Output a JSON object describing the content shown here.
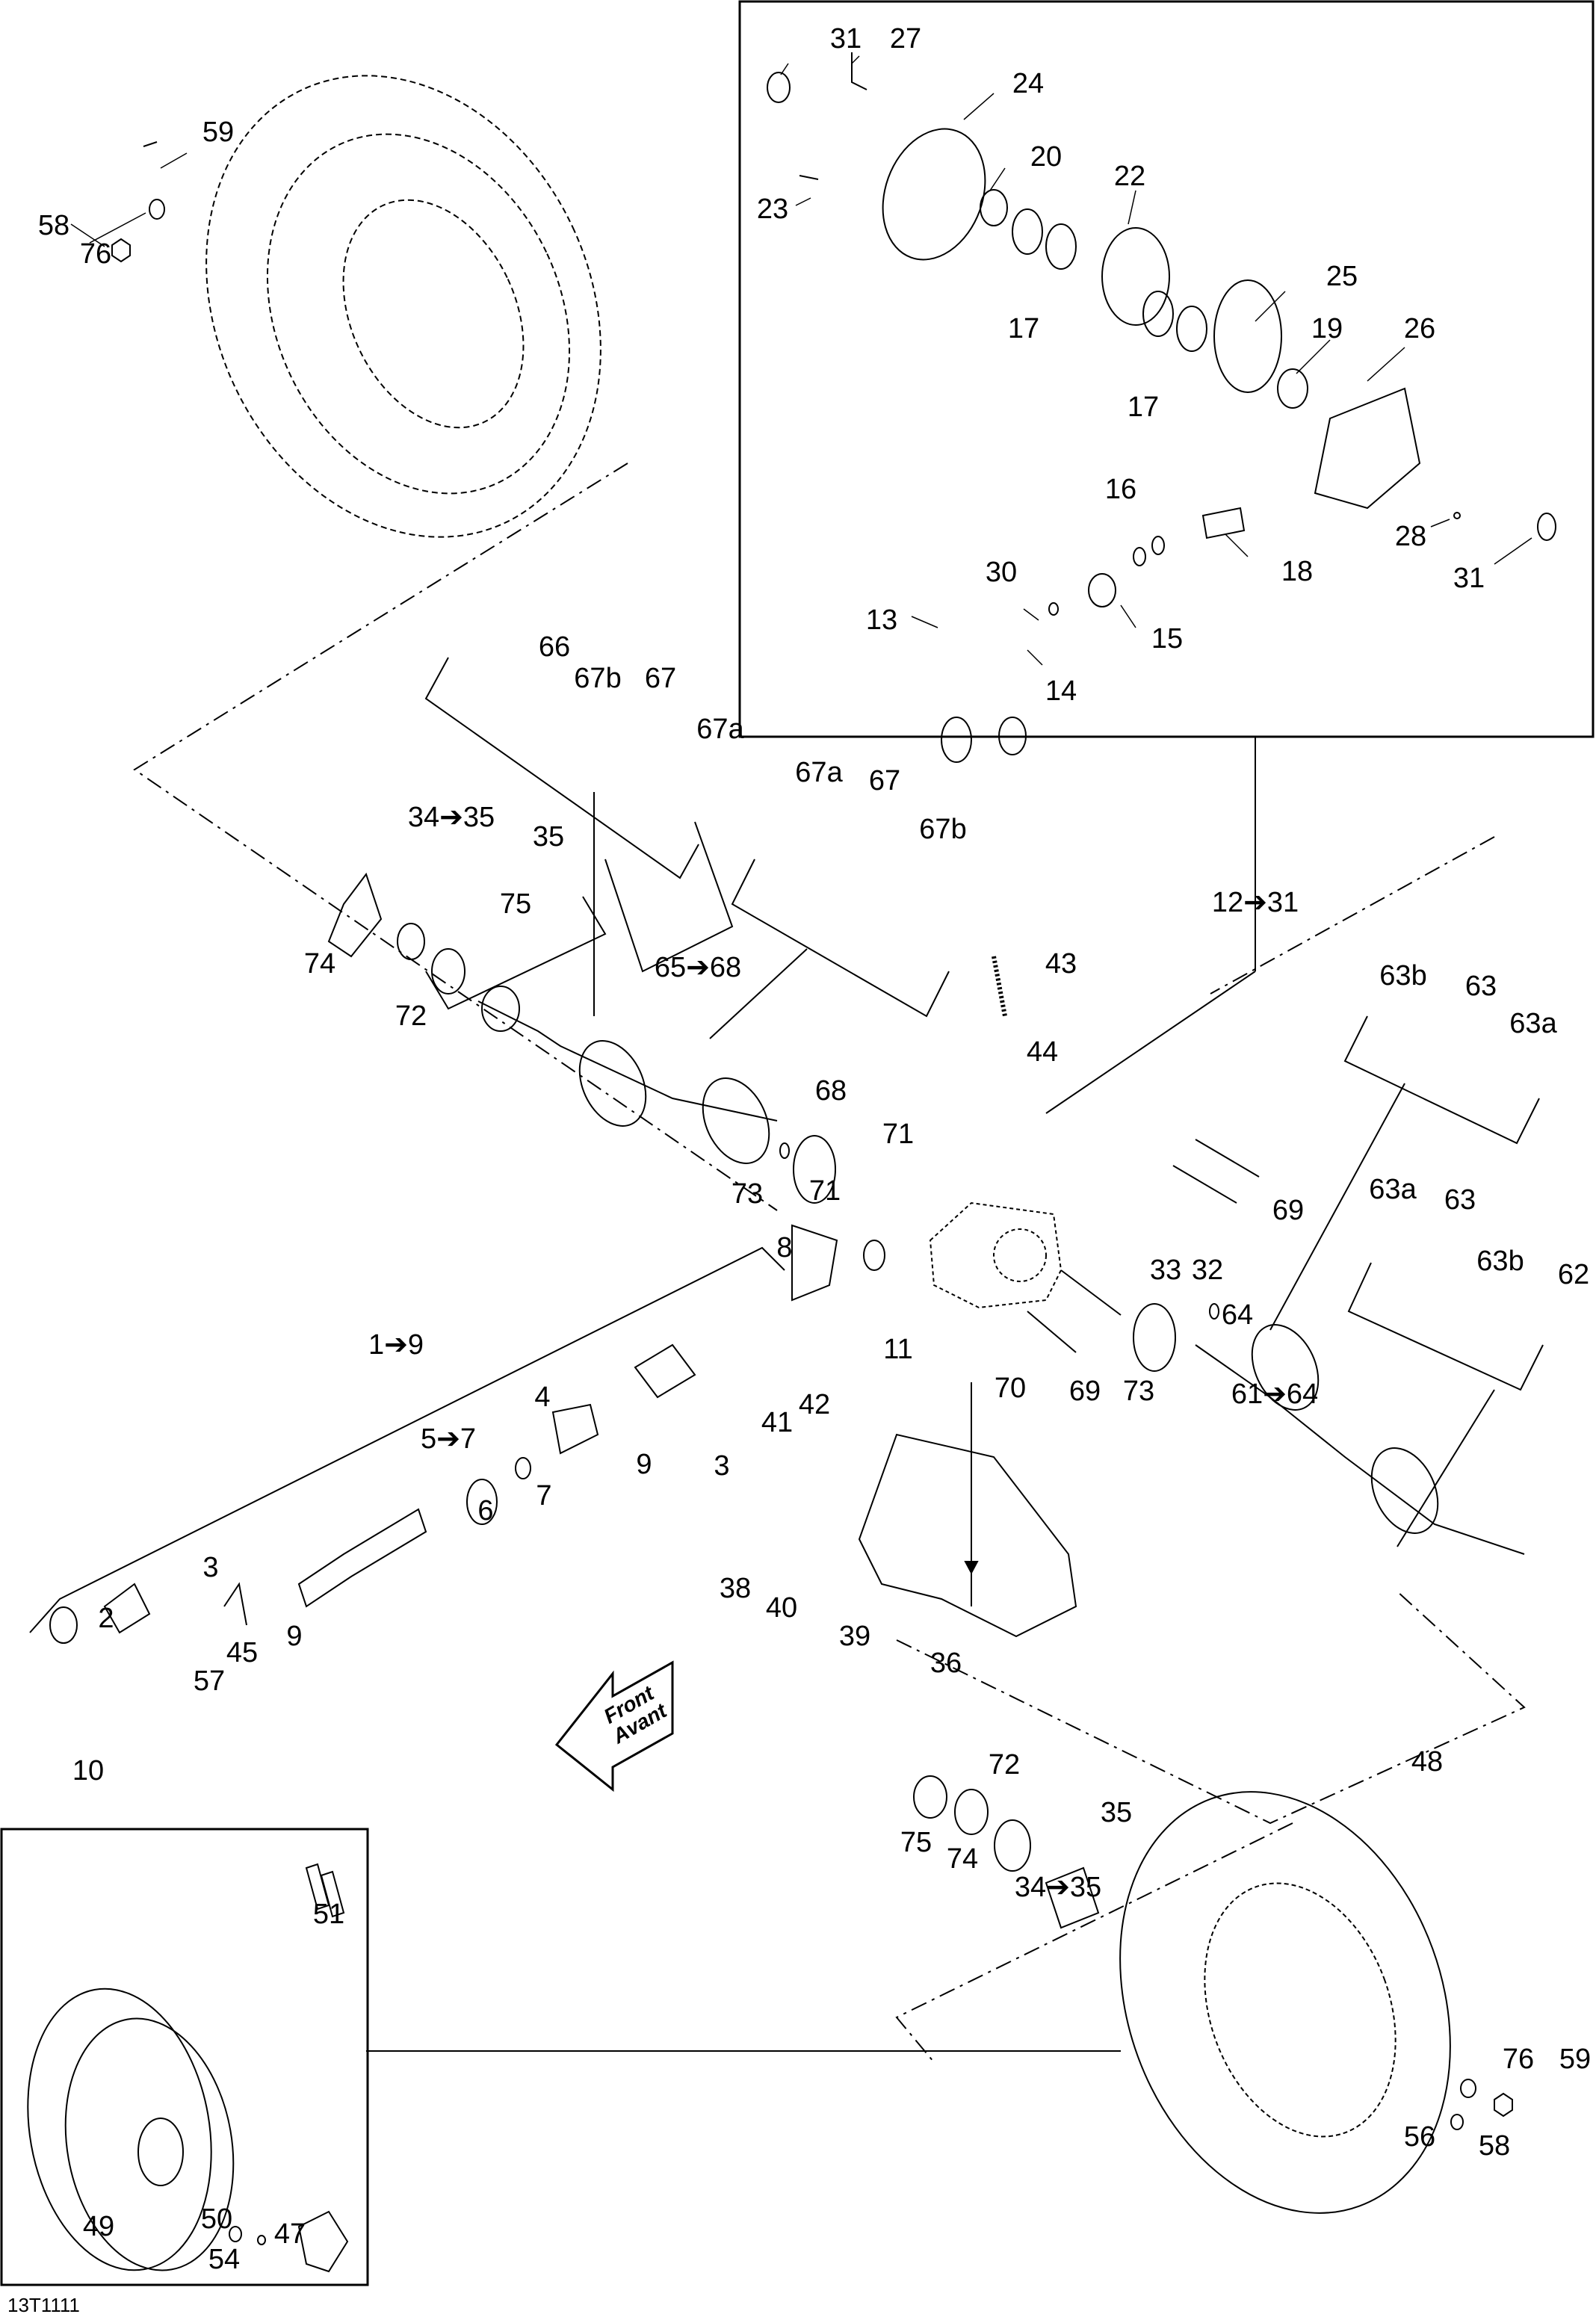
{
  "diagram": {
    "title": "Drive system exploded parts diagram",
    "drawing_code": "13T1111",
    "direction_arrow": {
      "line1": "Front",
      "line2": "Avant"
    },
    "callouts": [
      {
        "id": "c59a",
        "text": "59"
      },
      {
        "id": "c58a",
        "text": "58"
      },
      {
        "id": "c76a",
        "text": "76"
      },
      {
        "id": "c31a",
        "text": "31"
      },
      {
        "id": "c27",
        "text": "27"
      },
      {
        "id": "c24",
        "text": "24"
      },
      {
        "id": "c20",
        "text": "20"
      },
      {
        "id": "c23",
        "text": "23"
      },
      {
        "id": "c22",
        "text": "22"
      },
      {
        "id": "c17a",
        "text": "17"
      },
      {
        "id": "c25",
        "text": "25"
      },
      {
        "id": "c19",
        "text": "19"
      },
      {
        "id": "c26",
        "text": "26"
      },
      {
        "id": "c17b",
        "text": "17"
      },
      {
        "id": "c16",
        "text": "16"
      },
      {
        "id": "c28",
        "text": "28"
      },
      {
        "id": "c31b",
        "text": "31"
      },
      {
        "id": "c18",
        "text": "18"
      },
      {
        "id": "c30",
        "text": "30"
      },
      {
        "id": "c13",
        "text": "13"
      },
      {
        "id": "c15",
        "text": "15"
      },
      {
        "id": "c14",
        "text": "14"
      },
      {
        "id": "c66",
        "text": "66"
      },
      {
        "id": "c67b1",
        "text": "67b"
      },
      {
        "id": "c67_1",
        "text": "67"
      },
      {
        "id": "c67a1",
        "text": "67a"
      },
      {
        "id": "c67a2",
        "text": "67a"
      },
      {
        "id": "c67_2",
        "text": "67"
      },
      {
        "id": "c67b2",
        "text": "67b"
      },
      {
        "id": "c34_35a",
        "text": "34➔35"
      },
      {
        "id": "c35a",
        "text": "35"
      },
      {
        "id": "c75a",
        "text": "75"
      },
      {
        "id": "c74a",
        "text": "74"
      },
      {
        "id": "c72a",
        "text": "72"
      },
      {
        "id": "c65_68",
        "text": "65➔68"
      },
      {
        "id": "c12_31",
        "text": "12➔31"
      },
      {
        "id": "c43",
        "text": "43"
      },
      {
        "id": "c44",
        "text": "44"
      },
      {
        "id": "c68",
        "text": "68"
      },
      {
        "id": "c71a",
        "text": "71"
      },
      {
        "id": "c73a",
        "text": "73"
      },
      {
        "id": "c71b",
        "text": "71"
      },
      {
        "id": "c63b1",
        "text": "63b"
      },
      {
        "id": "c63_1",
        "text": "63"
      },
      {
        "id": "c63a1",
        "text": "63a"
      },
      {
        "id": "c69a",
        "text": "69"
      },
      {
        "id": "c63a2",
        "text": "63a"
      },
      {
        "id": "c63_2",
        "text": "63"
      },
      {
        "id": "c63b2",
        "text": "63b"
      },
      {
        "id": "c62",
        "text": "62"
      },
      {
        "id": "c33",
        "text": "33"
      },
      {
        "id": "c32",
        "text": "32"
      },
      {
        "id": "c64",
        "text": "64"
      },
      {
        "id": "c8",
        "text": "8"
      },
      {
        "id": "c11",
        "text": "11"
      },
      {
        "id": "c1_9",
        "text": "1➔9"
      },
      {
        "id": "c42",
        "text": "42"
      },
      {
        "id": "c41",
        "text": "41"
      },
      {
        "id": "c70",
        "text": "70"
      },
      {
        "id": "c69b",
        "text": "69"
      },
      {
        "id": "c73b",
        "text": "73"
      },
      {
        "id": "c61_64",
        "text": "61➔64"
      },
      {
        "id": "c4",
        "text": "4"
      },
      {
        "id": "c5_7",
        "text": "5➔7"
      },
      {
        "id": "c9a",
        "text": "9"
      },
      {
        "id": "c3a",
        "text": "3"
      },
      {
        "id": "c7",
        "text": "7"
      },
      {
        "id": "c6",
        "text": "6"
      },
      {
        "id": "c3b",
        "text": "3"
      },
      {
        "id": "c2",
        "text": "2"
      },
      {
        "id": "c9b",
        "text": "9"
      },
      {
        "id": "c38",
        "text": "38"
      },
      {
        "id": "c40",
        "text": "40"
      },
      {
        "id": "c39",
        "text": "39"
      },
      {
        "id": "c57",
        "text": "57"
      },
      {
        "id": "c45",
        "text": "45"
      },
      {
        "id": "c36",
        "text": "36"
      },
      {
        "id": "c10",
        "text": "10"
      },
      {
        "id": "c72b",
        "text": "72"
      },
      {
        "id": "c35b",
        "text": "35"
      },
      {
        "id": "c48",
        "text": "48"
      },
      {
        "id": "c75b",
        "text": "75"
      },
      {
        "id": "c74b",
        "text": "74"
      },
      {
        "id": "c34_35b",
        "text": "34➔35"
      },
      {
        "id": "c51",
        "text": "51"
      },
      {
        "id": "c76b",
        "text": "76"
      },
      {
        "id": "c59b",
        "text": "59"
      },
      {
        "id": "c49",
        "text": "49"
      },
      {
        "id": "c50",
        "text": "50"
      },
      {
        "id": "c54",
        "text": "54"
      },
      {
        "id": "c47",
        "text": "47"
      },
      {
        "id": "c56",
        "text": "56"
      },
      {
        "id": "c58b",
        "text": "58"
      }
    ]
  }
}
